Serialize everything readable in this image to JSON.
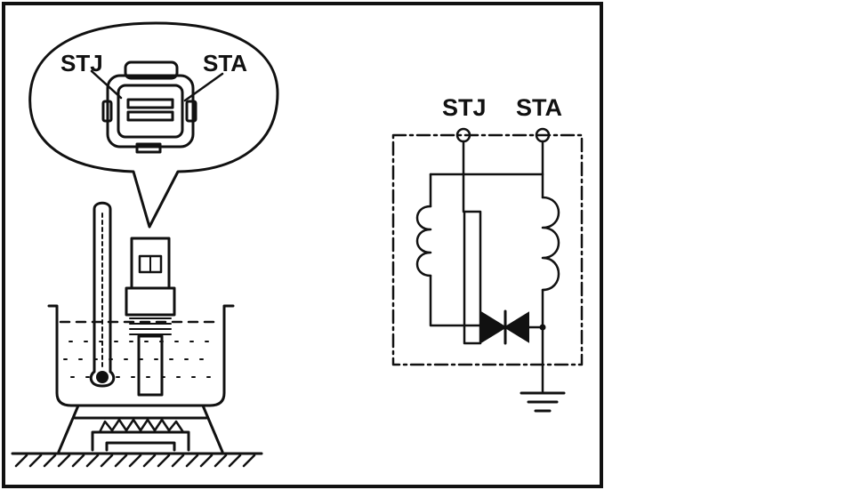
{
  "connector_labels": {
    "left": "STJ",
    "right": "STA"
  },
  "schematic_labels": {
    "left": "STJ",
    "right": "STA"
  },
  "colors": {
    "ink": "#111111",
    "paper": "#ffffff"
  }
}
